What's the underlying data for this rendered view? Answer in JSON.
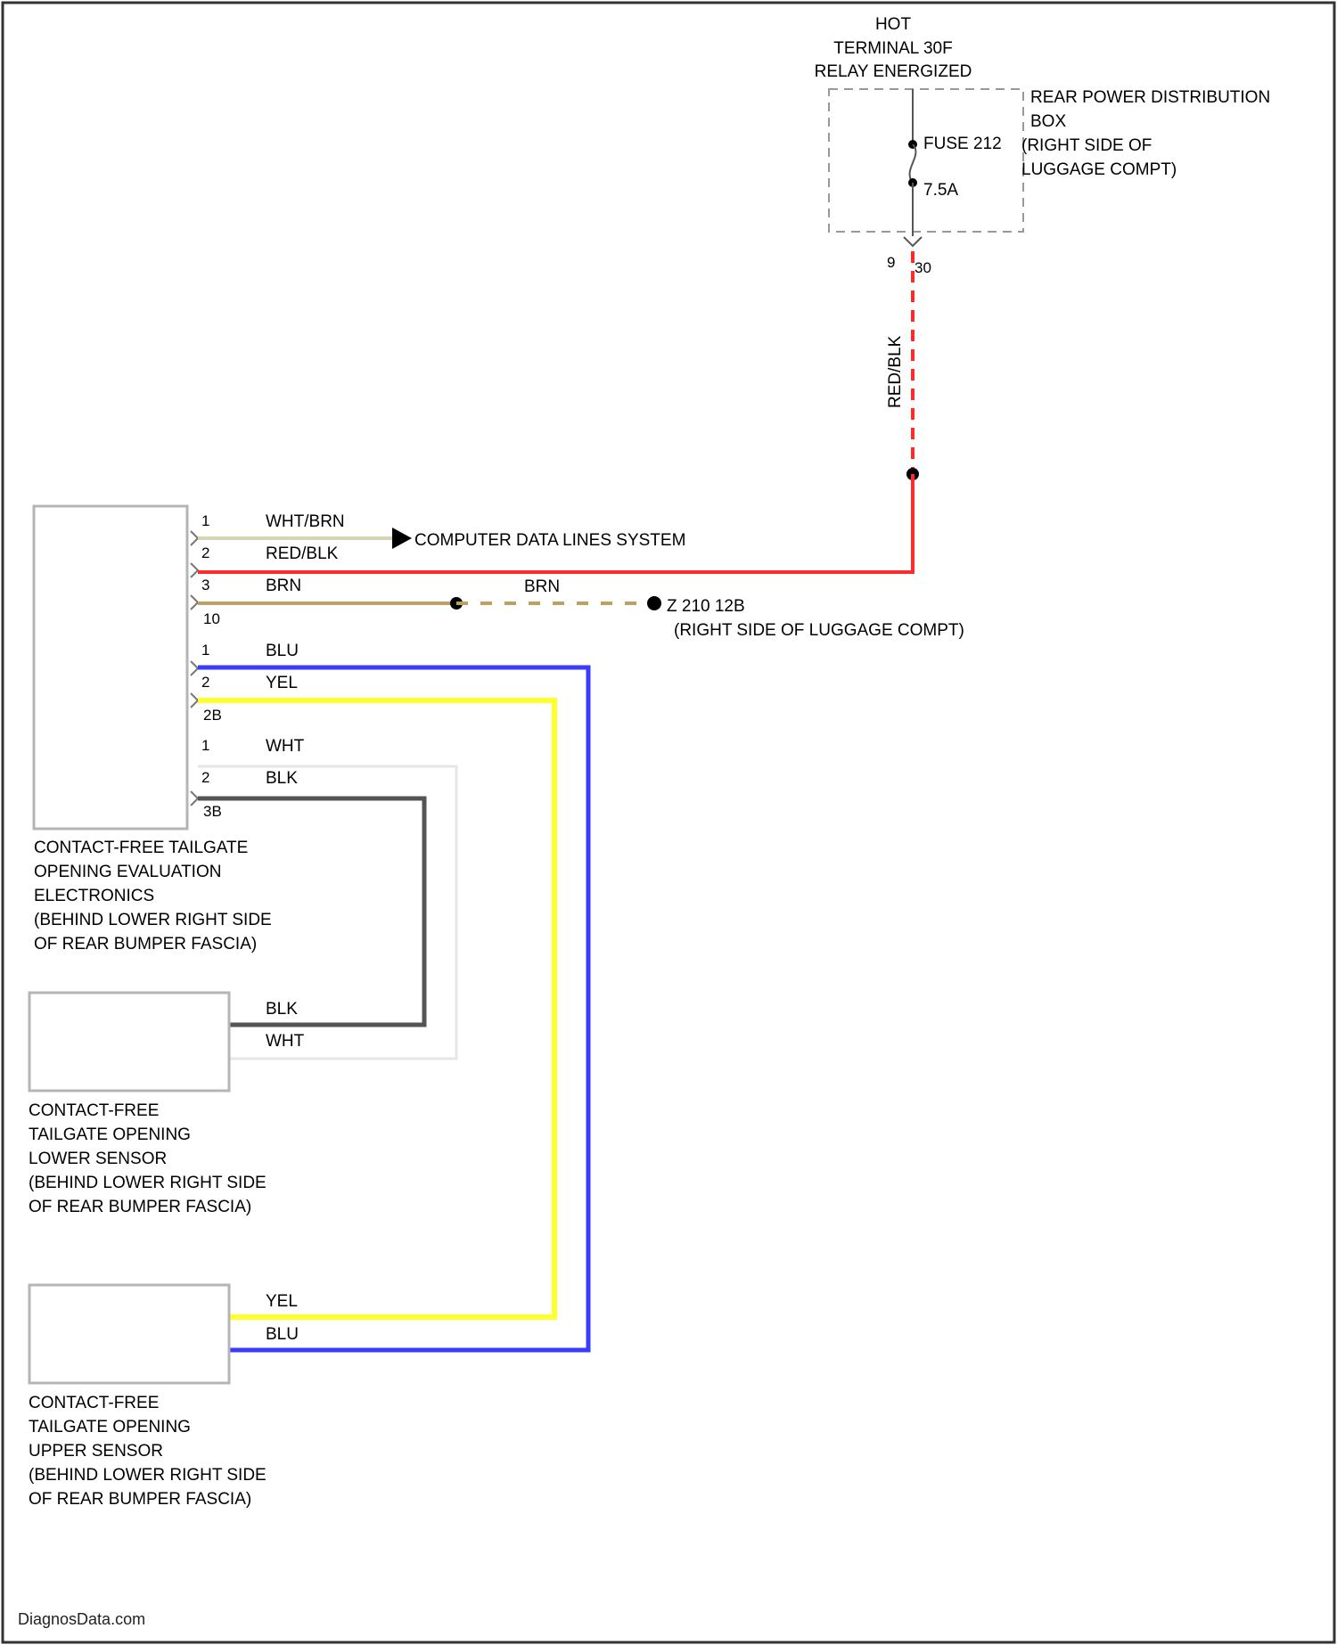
{
  "colors": {
    "wht_brn": "#d8d3b0",
    "red_blk": "#ff2a2a",
    "brn": "#c0a060",
    "blu": "#3b3bff",
    "yel": "#ffff2a",
    "blk": "#555555",
    "wht": "#e6e6e6",
    "dashed_box": "#999999"
  },
  "top": {
    "hot_lines": [
      "HOT",
      "TERMINAL 30F",
      "RELAY ENERGIZED"
    ],
    "rpdb_lines": [
      "REAR POWER DISTRIBUTION",
      "BOX",
      "(RIGHT SIDE OF",
      "LUGGAGE COMPT)"
    ],
    "fuse_label": "FUSE 212",
    "fuse_rating": "7.5A",
    "pin_left": "9",
    "pin_right": "30",
    "vertical_wire_color": "RED/BLK"
  },
  "module": {
    "name_lines": [
      "CONTACT-FREE TAILGATE",
      "OPENING EVALUATION",
      "ELECTRONICS",
      "(BEHIND LOWER RIGHT SIDE",
      "OF REAR BUMPER FASCIA)"
    ],
    "connector_a": [
      {
        "pin": "1",
        "color": "WHT/BRN"
      },
      {
        "pin": "2",
        "color": "RED/BLK"
      },
      {
        "pin": "3",
        "color": "BRN"
      }
    ],
    "connector_a_id": "10",
    "connector_b": [
      {
        "pin": "1",
        "color": "BLU"
      },
      {
        "pin": "2",
        "color": "YEL"
      }
    ],
    "connector_b_id": "2B",
    "connector_c": [
      {
        "pin": "1",
        "color": "WHT"
      },
      {
        "pin": "2",
        "color": "BLK"
      }
    ],
    "connector_c_id": "3B"
  },
  "data_lines_label": "COMPUTER DATA LINES SYSTEM",
  "ground": {
    "wire_color": "BRN",
    "label": "Z 210 12B",
    "location": "(RIGHT SIDE OF LUGGAGE COMPT)"
  },
  "lower_sensor": {
    "wire_top": "BLK",
    "wire_bottom": "WHT",
    "name_lines": [
      "CONTACT-FREE",
      "TAILGATE OPENING",
      "LOWER SENSOR",
      "(BEHIND LOWER RIGHT SIDE",
      "OF REAR BUMPER FASCIA)"
    ]
  },
  "upper_sensor": {
    "wire_top": "YEL",
    "wire_bottom": "BLU",
    "name_lines": [
      "CONTACT-FREE",
      "TAILGATE OPENING",
      "UPPER SENSOR",
      "(BEHIND LOWER RIGHT SIDE",
      "OF REAR BUMPER FASCIA)"
    ]
  },
  "watermark": "DiagnosData.com"
}
